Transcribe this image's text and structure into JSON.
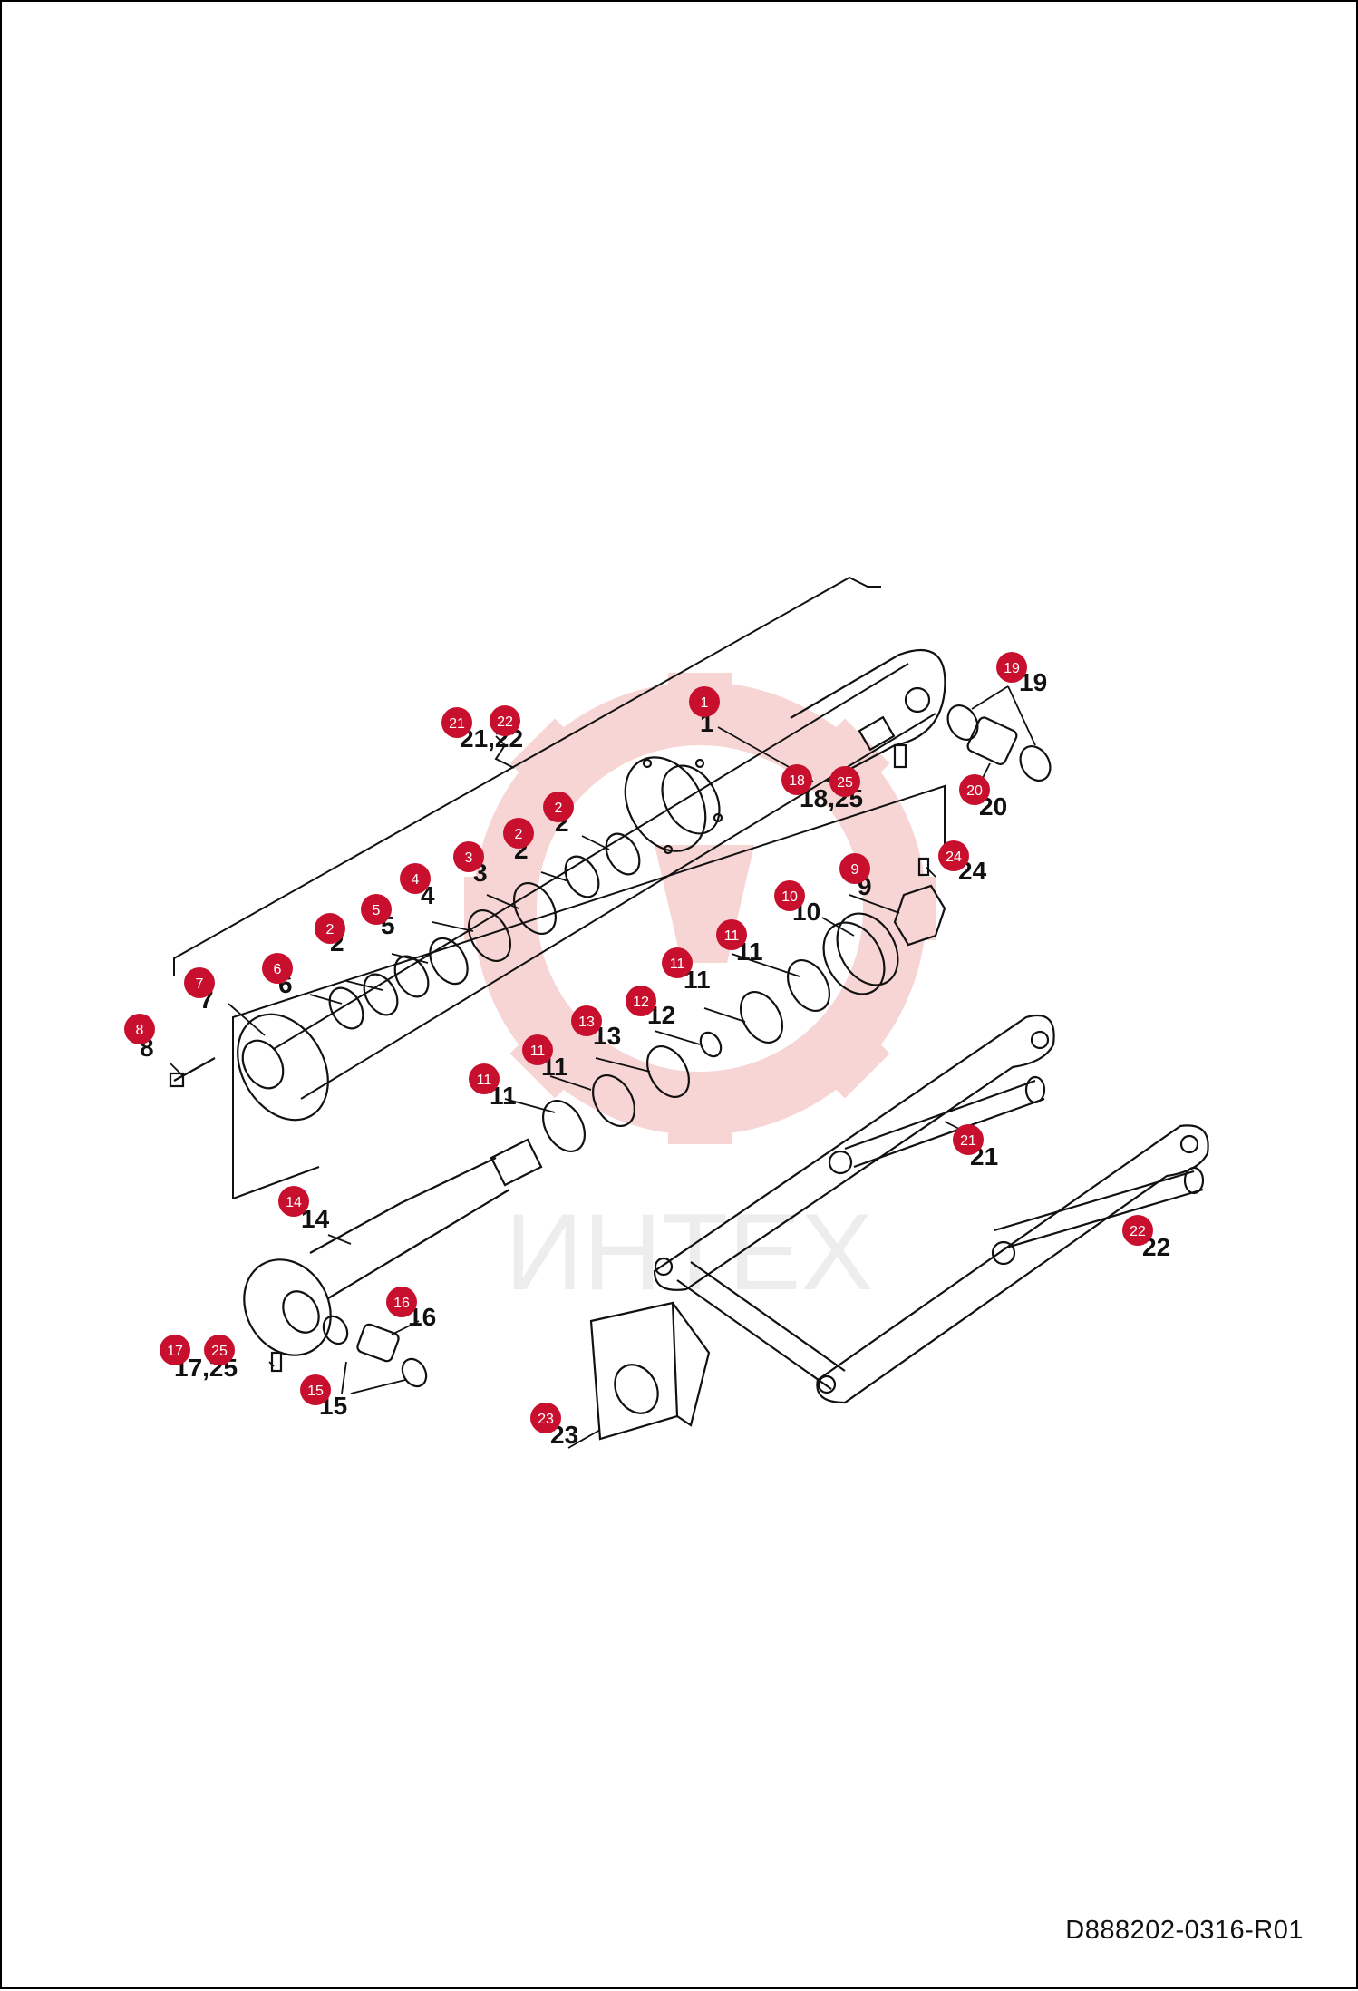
{
  "document": {
    "number": "D888202-0316-R01"
  },
  "watermark": {
    "text": "ИНТЕХ"
  },
  "colors": {
    "bubble": "#c8102e",
    "line": "#111111",
    "watermark": "#f3b4b4"
  },
  "callouts": [
    {
      "bubble": "1",
      "label": "1"
    },
    {
      "bubble": "2",
      "label": "2"
    },
    {
      "bubble": "2",
      "label": "2"
    },
    {
      "bubble": "2",
      "label": "2"
    },
    {
      "bubble": "3",
      "label": "3"
    },
    {
      "bubble": "4",
      "label": "4"
    },
    {
      "bubble": "5",
      "label": "5"
    },
    {
      "bubble": "6",
      "label": "6"
    },
    {
      "bubble": "7",
      "label": "7"
    },
    {
      "bubble": "8",
      "label": "8"
    },
    {
      "bubble": "9",
      "label": "9"
    },
    {
      "bubble": "10",
      "label": "10"
    },
    {
      "bubble": "11",
      "label": "11"
    },
    {
      "bubble": "11",
      "label": "11"
    },
    {
      "bubble": "11",
      "label": "11"
    },
    {
      "bubble": "11",
      "label": "11"
    },
    {
      "bubble": "12",
      "label": "12"
    },
    {
      "bubble": "13",
      "label": "13"
    },
    {
      "bubble": "14",
      "label": "14"
    },
    {
      "bubble": "15",
      "label": "15"
    },
    {
      "bubble": "16",
      "label": "16"
    },
    {
      "bubble": "19",
      "label": "19"
    },
    {
      "bubble": "20",
      "label": "20"
    },
    {
      "bubble": "21",
      "label": "21"
    },
    {
      "bubble": "22",
      "label": "22"
    },
    {
      "bubble": "23",
      "label": "23"
    },
    {
      "bubble": "24",
      "label": "24"
    },
    {
      "bubble": "21",
      "bubble2": "22",
      "label": "21,22"
    },
    {
      "bubble": "18",
      "bubble2": "25",
      "label": "18,25"
    },
    {
      "bubble": "17",
      "bubble2": "25",
      "label": "17,25"
    }
  ]
}
